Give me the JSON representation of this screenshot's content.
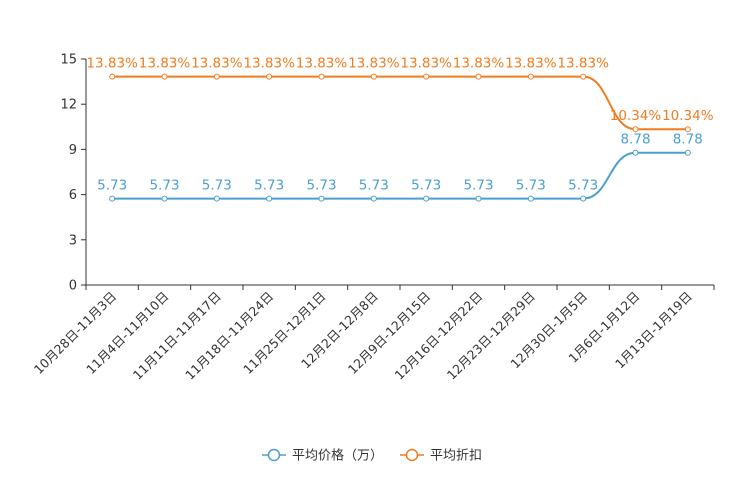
{
  "chart_data": {
    "type": "line",
    "title": "",
    "xlabel": "",
    "ylabel": "",
    "ylim": [
      0,
      15
    ],
    "yticks": [
      0,
      3,
      6,
      9,
      12,
      15
    ],
    "grid": false,
    "legend_position": "bottom-center",
    "categories": [
      "10月28日-11月3日",
      "11月4日-11月10日",
      "11月11日-11月17日",
      "11月18日-11月24日",
      "11月25日-12月1日",
      "12月2日-12月8日",
      "12月9日-12月15日",
      "12月16日-12月22日",
      "12月23日-12月29日",
      "12月30日-1月5日",
      "1月6日-1月12日",
      "1月13日-1月19日"
    ],
    "series": [
      {
        "name": "平均价格（万）",
        "color": "#4a9fd0",
        "values": [
          5.73,
          5.73,
          5.73,
          5.73,
          5.73,
          5.73,
          5.73,
          5.73,
          5.73,
          5.73,
          8.78,
          8.78
        ],
        "labels": [
          "5.73",
          "5.73",
          "5.73",
          "5.73",
          "5.73",
          "5.73",
          "5.73",
          "5.73",
          "5.73",
          "5.73",
          "8.78",
          "8.78"
        ]
      },
      {
        "name": "平均折扣",
        "color": "#f07c1f",
        "values": [
          13.83,
          13.83,
          13.83,
          13.83,
          13.83,
          13.83,
          13.83,
          13.83,
          13.83,
          13.83,
          10.34,
          10.34
        ],
        "labels": [
          "13.83%",
          "13.83%",
          "13.83%",
          "13.83%",
          "13.83%",
          "13.83%",
          "13.83%",
          "13.83%",
          "13.83%",
          "13.83%",
          "10.34%",
          "10.34%"
        ]
      }
    ]
  }
}
